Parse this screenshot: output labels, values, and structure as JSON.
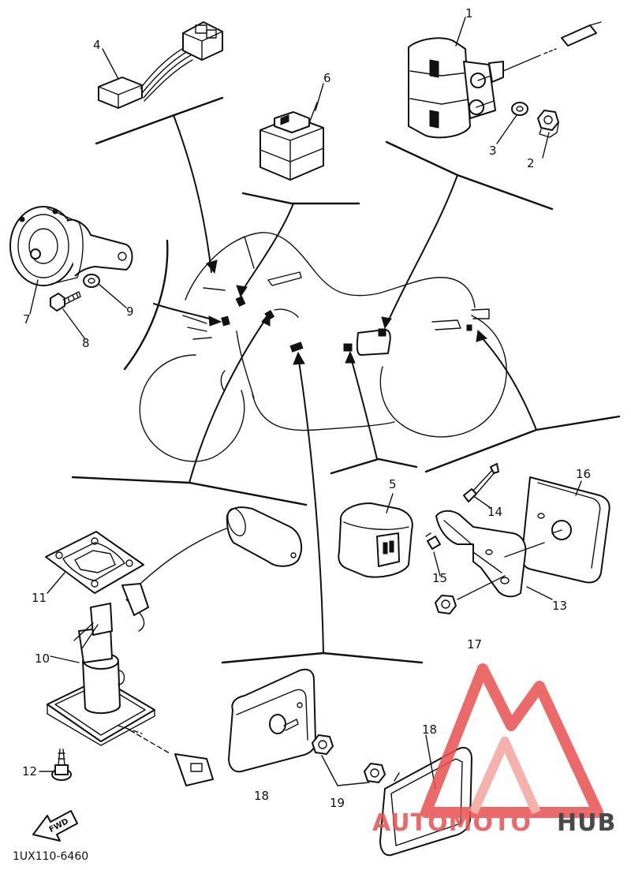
{
  "diagram": {
    "labels": {
      "p1": "1",
      "p2": "2",
      "p3": "3",
      "p4": "4",
      "p5": "5",
      "p6": "6",
      "p7": "7",
      "p8": "8",
      "p9": "9",
      "p10": "10",
      "p11": "11",
      "p12": "12",
      "p13": "13",
      "p14": "14",
      "p15": "15",
      "p16": "16",
      "p17": "17",
      "p18a": "18",
      "p18b": "18",
      "p19": "19"
    },
    "fwd": "FWD",
    "code": "1UX110-6460"
  },
  "watermark": {
    "text_left": "AUTOMOTO",
    "text_right": "HUB",
    "colors": {
      "accent": "#e8514f",
      "light": "#f3a59c",
      "dark": "#2a2a2a"
    }
  }
}
